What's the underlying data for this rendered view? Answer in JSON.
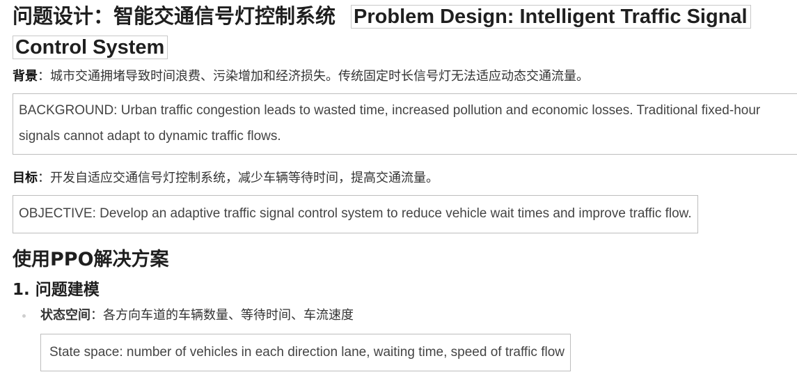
{
  "title": {
    "zh": "问题设计：智能交通信号灯控制系统",
    "en": "Problem Design: Intelligent Traffic Signal Control System"
  },
  "background": {
    "label": "背景",
    "colon": "：",
    "text": "城市交通拥堵导致时间浪费、污染增加和经济损失。传统固定时长信号灯无法适应动态交通流量。",
    "en": "BACKGROUND: Urban traffic congestion leads to wasted time, increased pollution and economic losses. Traditional fixed-hour signals cannot adapt to dynamic traffic flows."
  },
  "objective": {
    "label": "目标",
    "colon": "：",
    "text": "开发自适应交通信号灯控制系统，减少车辆等待时间，提高交通流量。",
    "en": "OBJECTIVE: Develop an adaptive traffic signal control system to reduce vehicle wait times and improve traffic flow."
  },
  "solution": {
    "heading": "使用PPO解决方案",
    "step1": {
      "heading": "1. 问题建模",
      "items": [
        {
          "label": "状态空间",
          "colon": "：",
          "text": "各方向车道的车辆数量、等待时间、车流速度",
          "en": "State space: number of vehicles in each direction lane, waiting time, speed of traffic flow"
        }
      ]
    }
  }
}
